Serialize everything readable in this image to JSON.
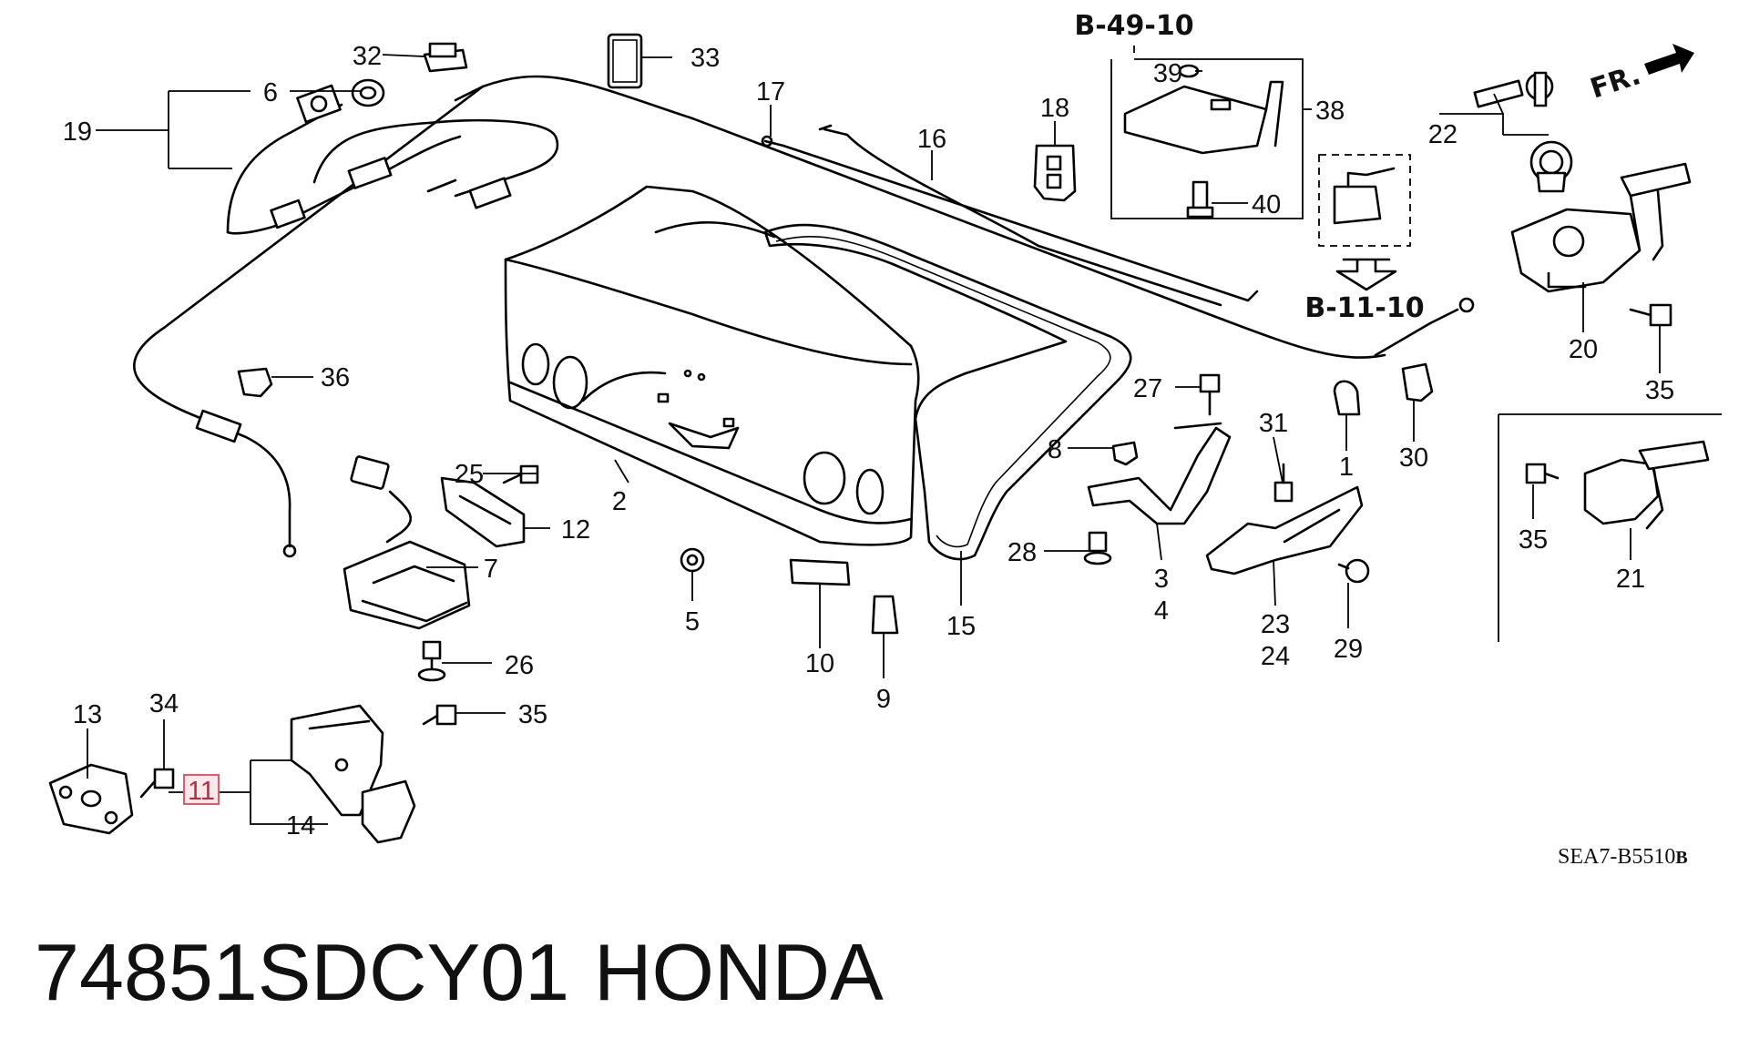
{
  "caption": {
    "part_number": "74851SDCY01",
    "brand": "HONDA"
  },
  "diagram_code": "SEA7-B5510",
  "diagram_code_suffix": "B",
  "direction_label": "FR.",
  "references": {
    "b49": "B-49-10",
    "b11": "B-11-10"
  },
  "highlight_label": "11",
  "labels": {
    "l1": "1",
    "l2": "2",
    "l3": "3",
    "l4": "4",
    "l5": "5",
    "l6": "6",
    "l7": "7",
    "l8": "8",
    "l9": "9",
    "l10": "10",
    "l12": "12",
    "l13": "13",
    "l14": "14",
    "l15": "15",
    "l16": "16",
    "l17": "17",
    "l18": "18",
    "l19": "19",
    "l20": "20",
    "l21": "21",
    "l22": "22",
    "l23": "23",
    "l24": "24",
    "l25": "25",
    "l26": "26",
    "l27": "27",
    "l28": "28",
    "l29": "29",
    "l30": "30",
    "l31": "31",
    "l32": "32",
    "l33": "33",
    "l34": "34",
    "l35a": "35",
    "l35b": "35",
    "l35c": "35",
    "l36": "36",
    "l38": "38",
    "l39": "39",
    "l40": "40"
  }
}
